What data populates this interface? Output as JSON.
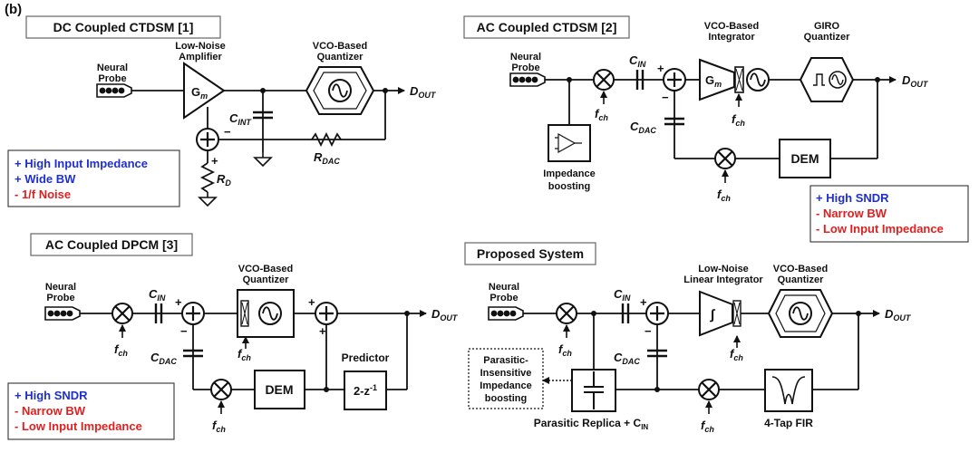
{
  "figure_label": "(b)",
  "panels": [
    {
      "title": "DC Coupled CTDSM [1]",
      "probe": "Neural Probe",
      "amp_label": "Low-Noise Amplifier",
      "gm": "G",
      "gm_sub": "m",
      "quant_label": "VCO-Based Quantizer",
      "cint": "C",
      "cint_sub": "INT",
      "rdac": "R",
      "rdac_sub": "DAC",
      "rd": "R",
      "rd_sub": "D",
      "dout": "D",
      "dout_sub": "OUT",
      "plus": "+",
      "minus": "−",
      "props": [
        {
          "text": "+ High Input Impedance",
          "color": "blue"
        },
        {
          "text": "+ Wide BW",
          "color": "blue"
        },
        {
          "text": "- 1/f Noise",
          "color": "red"
        }
      ]
    },
    {
      "title": "AC Coupled CTDSM [2]",
      "probe": "Neural Probe",
      "cin": "C",
      "cin_sub": "IN",
      "fch": "f",
      "fch_sub": "ch",
      "integ_label": "VCO-Based Integrator",
      "gm": "G",
      "gm_sub": "m",
      "giro_label": "GIRO Quantizer",
      "cdac": "C",
      "cdac_sub": "DAC",
      "dem": "DEM",
      "imp_label": "Impedance boosting",
      "dout": "D",
      "dout_sub": "OUT",
      "plus": "+",
      "minus": "−",
      "props": [
        {
          "text": "+ High SNDR",
          "color": "blue"
        },
        {
          "text": "- Narrow BW",
          "color": "red"
        },
        {
          "text": "- Low Input Impedance",
          "color": "red"
        }
      ]
    },
    {
      "title": "AC Coupled DPCM [3]",
      "probe": "Neural Probe",
      "cin": "C",
      "cin_sub": "IN",
      "fch": "f",
      "fch_sub": "ch",
      "quant_label": "VCO-Based Quantizer",
      "cdac": "C",
      "cdac_sub": "DAC",
      "dem": "DEM",
      "predictor": "Predictor",
      "pred_expr": "2-z",
      "pred_exp": "-1",
      "dout": "D",
      "dout_sub": "OUT",
      "plus": "+",
      "minus": "−",
      "props": [
        {
          "text": "+ High SNDR",
          "color": "blue"
        },
        {
          "text": "- Narrow BW",
          "color": "red"
        },
        {
          "text": "- Low Input Impedance",
          "color": "red"
        }
      ]
    },
    {
      "title": "Proposed System",
      "probe": "Neural Probe",
      "cin": "C",
      "cin_sub": "IN",
      "fch": "f",
      "fch_sub": "ch",
      "integ_label": "Low-Noise Linear Integrator",
      "quant_label": "VCO-Based Quantizer",
      "cdac": "C",
      "cdac_sub": "DAC",
      "parasitic_box": "Parasitic-Insensitive Impedance boosting",
      "replica": "Parasitic Replica + C",
      "replica_sub": "IN",
      "fir": "4-Tap FIR",
      "dout": "D",
      "dout_sub": "OUT",
      "plus": "+",
      "minus": "−"
    }
  ]
}
